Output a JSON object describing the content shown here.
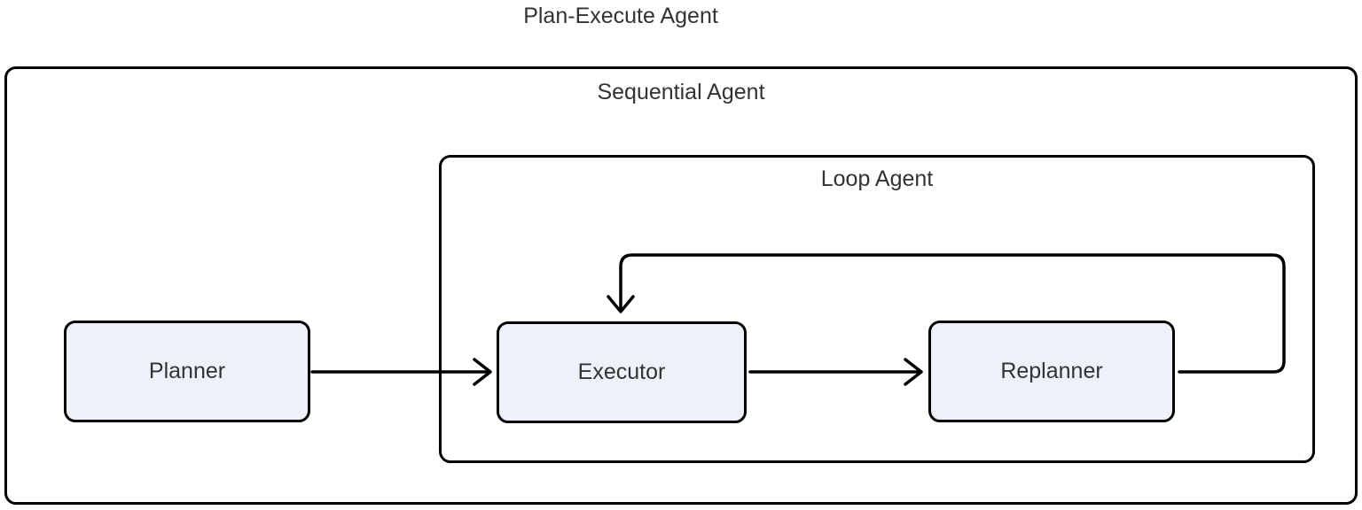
{
  "diagram": {
    "title": "Plan-Execute Agent",
    "containers": [
      {
        "id": "sequential",
        "label": "Sequential Agent"
      },
      {
        "id": "loop",
        "label": "Loop Agent",
        "parent": "sequential"
      }
    ],
    "nodes": [
      {
        "id": "planner",
        "label": "Planner"
      },
      {
        "id": "executor",
        "label": "Executor",
        "parent": "loop"
      },
      {
        "id": "replanner",
        "label": "Replanner",
        "parent": "loop"
      }
    ],
    "edges": [
      {
        "from": "planner",
        "to": "executor",
        "type": "arrow"
      },
      {
        "from": "executor",
        "to": "replanner",
        "type": "arrow"
      },
      {
        "from": "replanner",
        "to": "executor",
        "type": "feedback-loop"
      }
    ]
  },
  "colors": {
    "background": "#ffffff",
    "node_fill": "#ecf1fa",
    "node_border": "#000000",
    "container_border": "#000000",
    "edge_color": "#000000",
    "text": "#333333"
  }
}
